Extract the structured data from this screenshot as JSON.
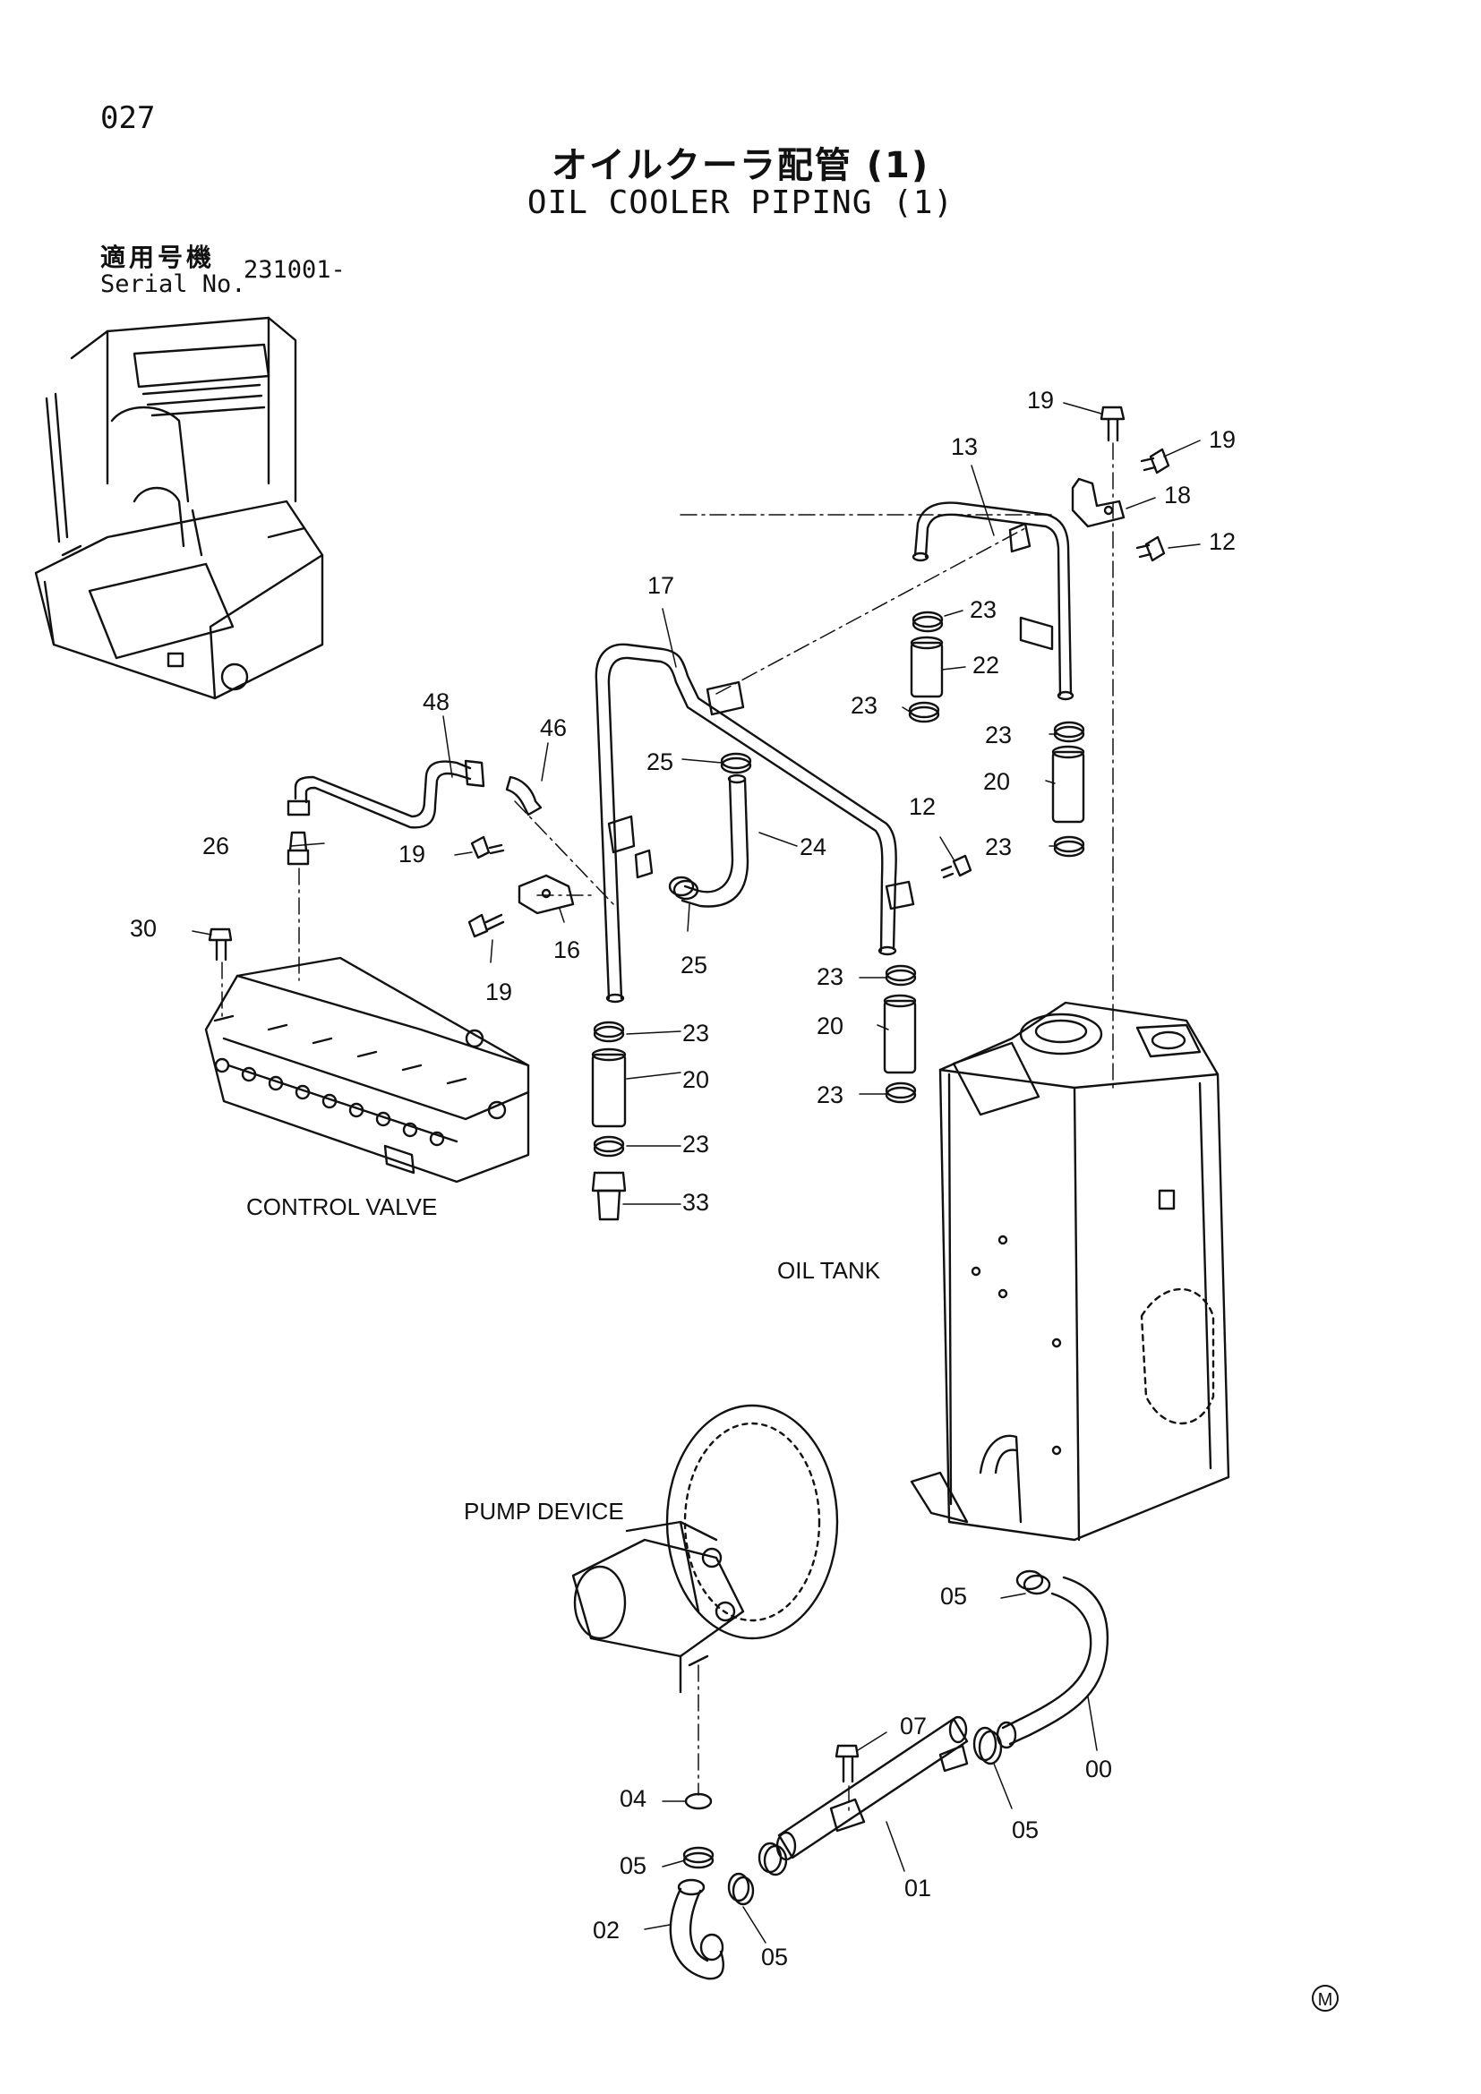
{
  "page_number": "027",
  "title_jp": "オイルクーラ配管 (1)",
  "title_en": "OIL COOLER PIPING (1)",
  "serial": {
    "label_jp": "適用号機",
    "label_en": "Serial No.",
    "value": "231001-"
  },
  "captions": {
    "control_valve": "CONTROL VALVE",
    "oil_tank": "OIL TANK",
    "pump_device": "PUMP DEVICE"
  },
  "callouts": {
    "c19a": "19",
    "c19b": "19",
    "c13": "13",
    "c18": "18",
    "c12a": "12",
    "c17": "17",
    "c23a": "23",
    "c22": "22",
    "c23b": "23",
    "c23c": "23",
    "c48": "48",
    "c46": "46",
    "c25a": "25",
    "c20a": "20",
    "c26": "26",
    "c19c": "19",
    "c24": "24",
    "c12b": "12",
    "c23d": "23",
    "c30": "30",
    "c16": "16",
    "c25b": "25",
    "c19d": "19",
    "c23e": "23",
    "c23f": "23",
    "c20b": "20",
    "c20c": "20",
    "c23g": "23",
    "c23h": "23",
    "c33": "33",
    "c05a": "05",
    "c07": "07",
    "c00": "00",
    "c04": "04",
    "c05b": "05",
    "c05c": "05",
    "c01": "01",
    "c02": "02",
    "c05d": "05"
  },
  "mark": "M"
}
